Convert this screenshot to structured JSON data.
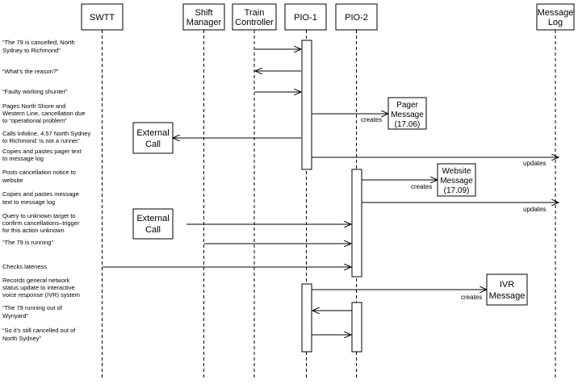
{
  "lifelines": {
    "swtt": [
      "SWTT"
    ],
    "shift": [
      "Shift",
      "Manager"
    ],
    "train": [
      "Train",
      "Controller"
    ],
    "pio1": [
      "PIO-1"
    ],
    "pio2": [
      "PIO-2"
    ],
    "log": [
      "Message",
      "Log"
    ]
  },
  "notes": [
    [
      "“The 79 is cancelled, North",
      "Sydney to Richmond”"
    ],
    [
      "“What’s the reason?”"
    ],
    [
      "“Faulty working shunter”"
    ],
    [
      "Pages North Shore and",
      "Western Line, cancellation due",
      "to “operational problem”"
    ],
    [
      "Calls Infoline, 4.57 North Sydney",
      "to Richmond ‘is not a runner’"
    ],
    [
      "Copies and pastes pager text",
      "to message log"
    ],
    [
      "Posts cancellation notice to",
      "website"
    ],
    [
      "Copies and pastes message",
      "text to message log"
    ],
    [
      "Query to unknown target to",
      "confirm cancellations–trigger",
      "for this action unknown"
    ],
    [
      "“The 79 is running”"
    ],
    [
      "Checks lateness"
    ],
    [
      "Records general network",
      "status update to interactive",
      "voice response (IVR) system"
    ],
    [
      "“The 79 running out of",
      "Wynyard”"
    ],
    [
      "“So it’s still cancelled out of",
      "North Sydney”"
    ]
  ],
  "objects": {
    "pager": [
      "Pager",
      "Message",
      "(17.06)"
    ],
    "website": [
      "Website",
      "Message",
      "(17.09)"
    ],
    "ivr": [
      "IVR",
      "Message"
    ],
    "external1": [
      "External",
      "Call"
    ],
    "external2": [
      "External",
      "Call"
    ]
  },
  "message_labels": {
    "creates": "creates",
    "updates": "updates"
  }
}
